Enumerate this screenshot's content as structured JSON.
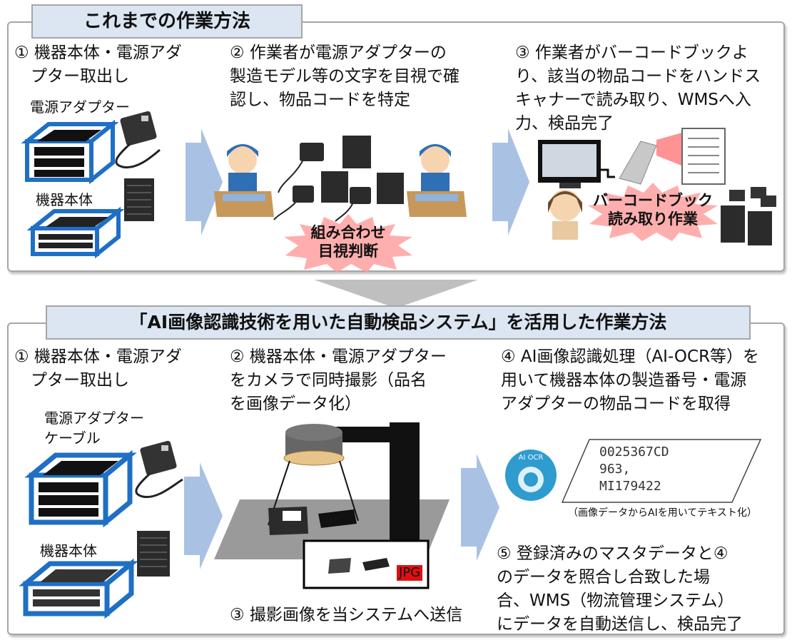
{
  "old": {
    "title": "これまでの作業方法",
    "step1": "① 機器本体・電源アダ\n　プター取出し",
    "step2": "② 作業者が電源アダプターの\n製造モデル等の文字を目視で確\n認し、物品コードを特定",
    "step3": "③ 作業者がバーコードブックよ\nり、該当の物品コードをハンドス\nキャナーで読み取り、WMSへ入\n力、検品完了",
    "adapter_label": "電源アダプター",
    "device_label": "機器本体",
    "visual_burst": "組み合わせ\n目視判断",
    "barcode_burst": "バーコードブック\n読み取り作業"
  },
  "new": {
    "title": "「AI画像認識技術を用いた自動検品システム」を活用した作業方法",
    "step1": "① 機器本体・電源アダ\n　プター取出し",
    "step2": "② 機器本体・電源アダプター\nをカメラで同時撮影（品名\nを画像データ化）",
    "step3": "③ 撮影画像を当システムへ送信",
    "step4": "④ AI画像認識処理（AI-OCR等）を\n用いて機器本体の製造番号・電源\nアダプターの物品コードを取得",
    "step5": "⑤ 登録済みのマスタデータと④\nのデータを照合し合致した場\n合、WMS（物流管理システム）\nにデータを自動送信し、検品完了",
    "adapter_label": "電源アダプター\nケーブル",
    "device_label": "機器本体",
    "jpg_label": "JPG",
    "ai_ocr_label": "AI OCR",
    "ocr_text": "0025367CD\n963,\nMI179422",
    "ocr_note": "（画像データからAIを用いてテキスト化）"
  },
  "colors": {
    "tab_fill": "#dce6f2",
    "box_blue": "#1f6fc5",
    "arrow": "#a9c1e3",
    "burst": "#ff6b6b",
    "jpg_red": "#e01010"
  }
}
